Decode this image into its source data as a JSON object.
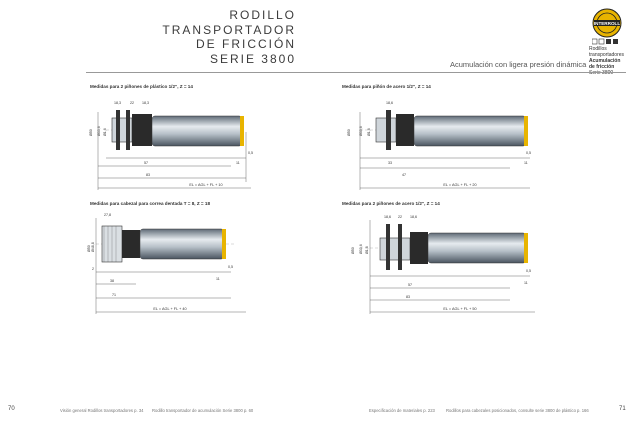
{
  "header": {
    "title_lines": [
      "RODILLO",
      "TRANSPORTADOR",
      "DE FRICCIÓN",
      "SERIE 3800"
    ],
    "subtitle": "Acumulación con ligera presión dinámica"
  },
  "brand": {
    "logo_text": "INTERROLL",
    "category_lines": [
      "Rodillos",
      "transportadores",
      "Acumulación",
      "de fricción",
      "Serie 3800"
    ]
  },
  "sections": [
    {
      "title": "Medidas para 2 piñones de plástico 1/2\", Z = 14",
      "formula": "EL = AGL + FL + 10",
      "dims": [
        "Ø50",
        "Ø33,6",
        "Ø1,6",
        "18,3",
        "22",
        "18,3",
        "57",
        "83",
        "11",
        "0,5"
      ]
    },
    {
      "title": "Medidas para piñón de acero 1/2\", Z = 14",
      "formula": "EL = AGL + FL + 20",
      "dims": [
        "Ø50",
        "Ø33,6",
        "Ø1,6",
        "18,6",
        "33",
        "47",
        "11",
        "0,5"
      ]
    },
    {
      "title": "Medidas para cabezal para correa dentada T = 8, Z = 18",
      "formula": "EL = AGL + FL + 40",
      "dims": [
        "Ø50",
        "Ø48,8",
        "27,8",
        "38",
        "2",
        "11",
        "71",
        "0,5"
      ]
    },
    {
      "title": "Medidas para 2 piñones de acero 1/2\", Z = 14",
      "formula": "EL = AGL + FL + 50",
      "dims": [
        "Ø50",
        "Ø33,6",
        "Ø1,6",
        "18,6",
        "22",
        "18,6",
        "57",
        "83",
        "11",
        "0,5"
      ]
    }
  ],
  "footer": {
    "page_left": "70",
    "page_right": "71",
    "left_note_1": "Visión general Rodillos transportadores p. 34",
    "left_note_2": "Rodillo transportador de acumulación Serie 3800 p. 60",
    "right_note_1": "Especificación de materiales p. 223",
    "right_note_2": "Rodillos para cabezales posicionados, consulte serie 3800 de plástico p. 166"
  }
}
